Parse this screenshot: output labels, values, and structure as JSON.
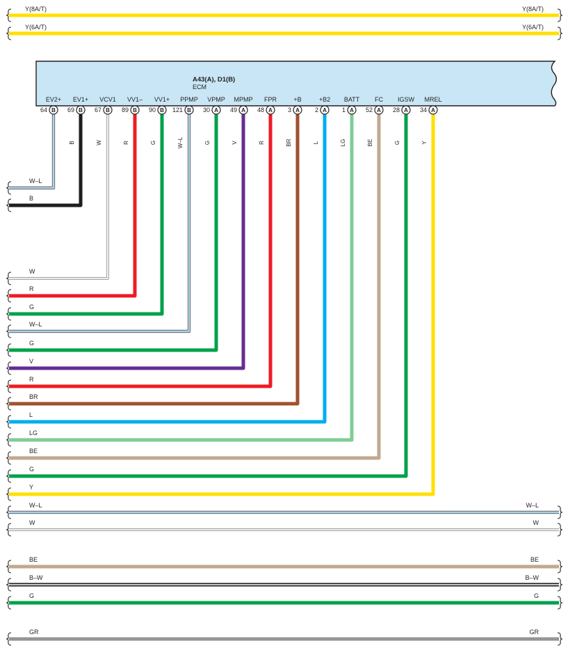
{
  "colors": {
    "Y": "#ffe000",
    "B": "#1e1e1e",
    "W": "#ffffff",
    "R": "#ed1c24",
    "G": "#00a14b",
    "V": "#662d91",
    "BR": "#a0522d",
    "L": "#00aeef",
    "LG": "#7fcc97",
    "BE": "#c2a88f",
    "GR": "#939598",
    "WL_stripe": "#4fb3e8",
    "ecm_fill": "#c8e6f5",
    "outline": "#231f20"
  },
  "ecm": {
    "title": "A43(A), D1(B)",
    "subtitle": "ECM"
  },
  "pins": [
    {
      "name": "EV2+",
      "num": "64",
      "conn": "B",
      "color": "W-L",
      "label": "",
      "row": "W–L",
      "row_label": "W–L"
    },
    {
      "name": "EV1+",
      "num": "69",
      "conn": "B",
      "color": "B",
      "label": "B",
      "row": "B",
      "row_label": "B"
    },
    {
      "name": "VCV1",
      "num": "67",
      "conn": "B",
      "color": "W",
      "label": "W",
      "row": "W",
      "row_label": "W"
    },
    {
      "name": "VV1–",
      "num": "89",
      "conn": "B",
      "color": "R",
      "label": "R",
      "row": "R",
      "row_label": "R"
    },
    {
      "name": "VV1+",
      "num": "90",
      "conn": "B",
      "color": "G",
      "label": "G",
      "row": "G",
      "row_label": "G"
    },
    {
      "name": "PPMP",
      "num": "121",
      "conn": "B",
      "color": "W-L",
      "label": "W–L",
      "row": "W–L",
      "row_label": "W–L"
    },
    {
      "name": "VPMP",
      "num": "30",
      "conn": "A",
      "color": "G",
      "label": "G",
      "row": "G",
      "row_label": "G"
    },
    {
      "name": "MPMP",
      "num": "49",
      "conn": "A",
      "color": "V",
      "label": "V",
      "row": "V",
      "row_label": "V"
    },
    {
      "name": "FPR",
      "num": "48",
      "conn": "A",
      "color": "R",
      "label": "R",
      "row": "R",
      "row_label": "R"
    },
    {
      "name": "+B",
      "num": "3",
      "conn": "A",
      "color": "BR",
      "label": "BR",
      "row": "BR",
      "row_label": "BR"
    },
    {
      "name": "+B2",
      "num": "2",
      "conn": "A",
      "color": "L",
      "label": "L",
      "row": "L",
      "row_label": "L"
    },
    {
      "name": "BATT",
      "num": "1",
      "conn": "A",
      "color": "LG",
      "label": "LG",
      "row": "LG",
      "row_label": "LG"
    },
    {
      "name": "FC",
      "num": "52",
      "conn": "A",
      "color": "BE",
      "label": "BE",
      "row": "BE",
      "row_label": "BE"
    },
    {
      "name": "IGSW",
      "num": "28",
      "conn": "A",
      "color": "G",
      "label": "G",
      "row": "G",
      "row_label": "G"
    },
    {
      "name": "MREL",
      "num": "34",
      "conn": "A",
      "color": "Y",
      "label": "Y",
      "row": "Y",
      "row_label": "Y"
    }
  ],
  "through_wires_top": [
    {
      "color": "Y",
      "left_label": "Y(8A/T)",
      "right_label": "Y(8A/T)"
    },
    {
      "color": "Y",
      "left_label": "Y(6A/T)",
      "right_label": "Y(6A/T)"
    }
  ],
  "through_wires_bottom": [
    {
      "color": "W-L",
      "left_label": "W–L",
      "right_label": "W–L"
    },
    {
      "color": "W",
      "left_label": "W",
      "right_label": "W"
    },
    {
      "color": "BE",
      "left_label": "BE",
      "right_label": "BE"
    },
    {
      "color": "B-W",
      "left_label": "B–W",
      "right_label": "B–W"
    },
    {
      "color": "G",
      "left_label": "G",
      "right_label": "G"
    },
    {
      "color": "GR",
      "left_label": "GR",
      "right_label": "GR"
    }
  ]
}
